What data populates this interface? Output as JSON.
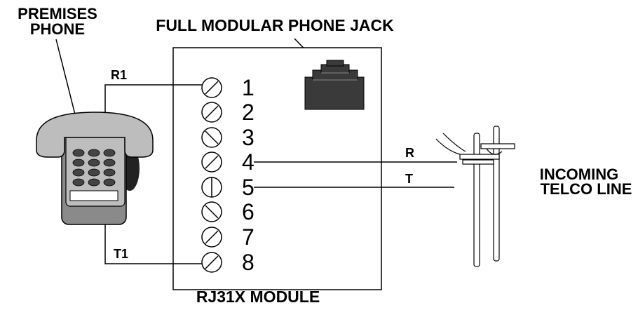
{
  "labels": {
    "premises_phone_line1": "PREMISES",
    "premises_phone_line2": "PHONE",
    "jack": "FULL MODULAR PHONE JACK",
    "module": "RJ31X MODULE",
    "incoming_line1": "INCOMING",
    "incoming_line2": "TELCO LINE"
  },
  "wires": {
    "r1": "R1",
    "t1": "T1",
    "r": "R",
    "t": "T"
  },
  "terminals": [
    "1",
    "2",
    "3",
    "4",
    "5",
    "6",
    "7",
    "8"
  ],
  "colors": {
    "phone_body": "#bdbdbd",
    "phone_shadow": "#8a8a8a",
    "jack": "#3a3a3a",
    "line": "#000000"
  }
}
